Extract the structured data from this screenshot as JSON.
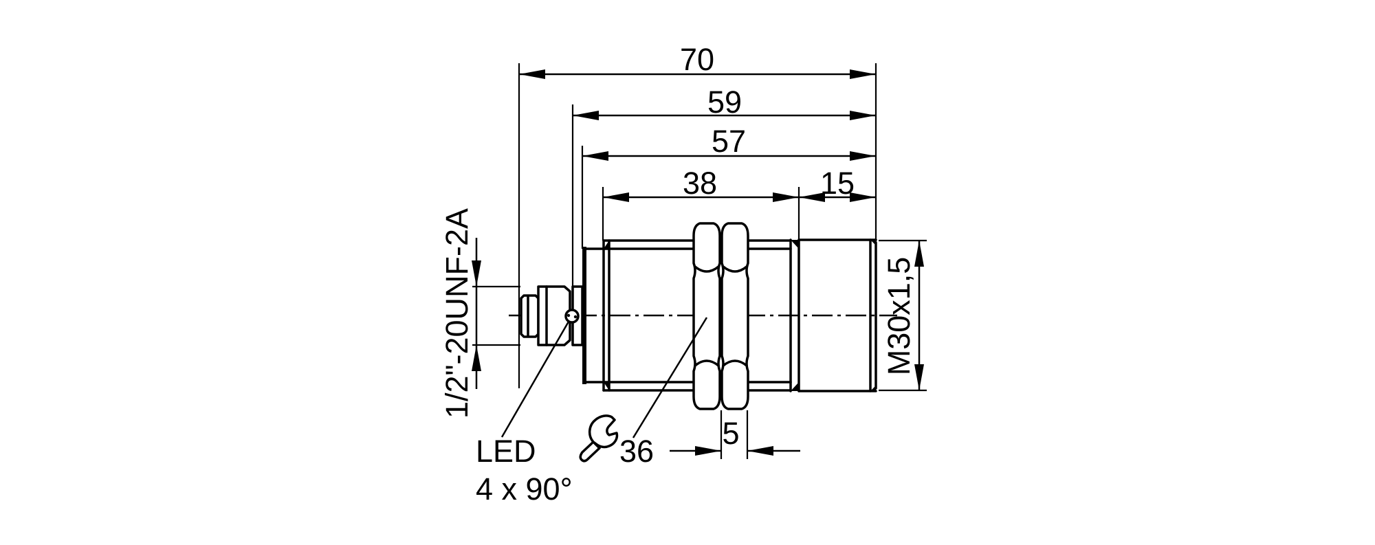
{
  "drawing": {
    "background": "#ffffff",
    "line_color": "#000000",
    "dimensions": {
      "overall_length": "70",
      "length_to_collar": "59",
      "body_length": "57",
      "barrel_length": "38",
      "thread_length": "15",
      "nut_thickness": "5"
    },
    "annotations": {
      "wrench_size": "36",
      "thread_spec_right": "M30x1,5",
      "thread_spec_left": "1/2\"-20UNF-2A",
      "led_label": "LED",
      "led_pattern": "4 x 90°"
    },
    "icons": {
      "wrench": "open-end-wrench"
    }
  }
}
